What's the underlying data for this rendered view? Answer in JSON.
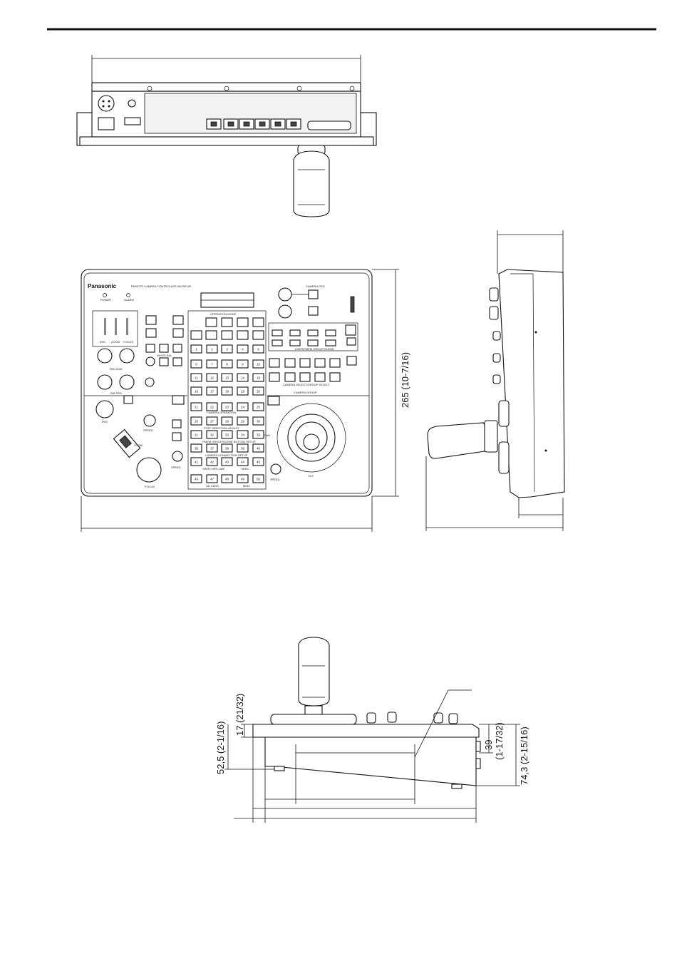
{
  "panel": {
    "brand": "Panasonic",
    "model": "REMOTE CAMERA CONTROLLER  AW-RP120"
  },
  "section_labels": {
    "operation_mode": "OPERATION MODE",
    "user_pmem": "USER/PMEM GROUP/SCENE",
    "camera_select": "CAMERA SELECT/GROUP SELECT",
    "camera_group": "CAMERA GROUP",
    "camera_operation": "CAMERA OPERATION",
    "ptzf": "PTZF DIRECTION ADJUST",
    "pmem_group": "PMEM GROUP/SCENE BUTTON SETUP",
    "camera_connection": "CAMERA CONNECTION SETUP",
    "switcher_link": "SWITCHER LINK",
    "misc": "MISC",
    "sd_card": "SD CARD",
    "white_bal": "WHITE BAL",
    "rb_gain": "R/B GAIN",
    "rb_ped": "R/B PED",
    "iris": "IRIS",
    "zoom": "ZOOM",
    "focus": "FOCUS",
    "speed": "SPEED",
    "pan": "PAN",
    "tilt": "TILT",
    "power": "POWER",
    "alarm": "ALARM",
    "camera_osd": "CAMERA OSD"
  },
  "key_numbers": [
    "1",
    "2",
    "3",
    "4",
    "5",
    "6",
    "7",
    "8",
    "9",
    "10",
    "11",
    "12",
    "13",
    "14",
    "15",
    "16",
    "17",
    "18",
    "19",
    "20",
    "21",
    "22",
    "23",
    "24",
    "25",
    "26",
    "27",
    "28",
    "29",
    "30",
    "31",
    "32",
    "33",
    "34",
    "35",
    "36",
    "37",
    "38",
    "39",
    "40",
    "41",
    "42",
    "43",
    "44",
    "45",
    "46",
    "47",
    "48",
    "49",
    "50"
  ],
  "dimensions": {
    "height_front": "265 (10-7/16)",
    "dim_17": "17 (21/32)",
    "dim_52": "52,5 (2-1/16)",
    "dim_39": "39",
    "dim_39_sub": "(1-17/32)",
    "dim_74": "74,3 (2-15/16)"
  }
}
